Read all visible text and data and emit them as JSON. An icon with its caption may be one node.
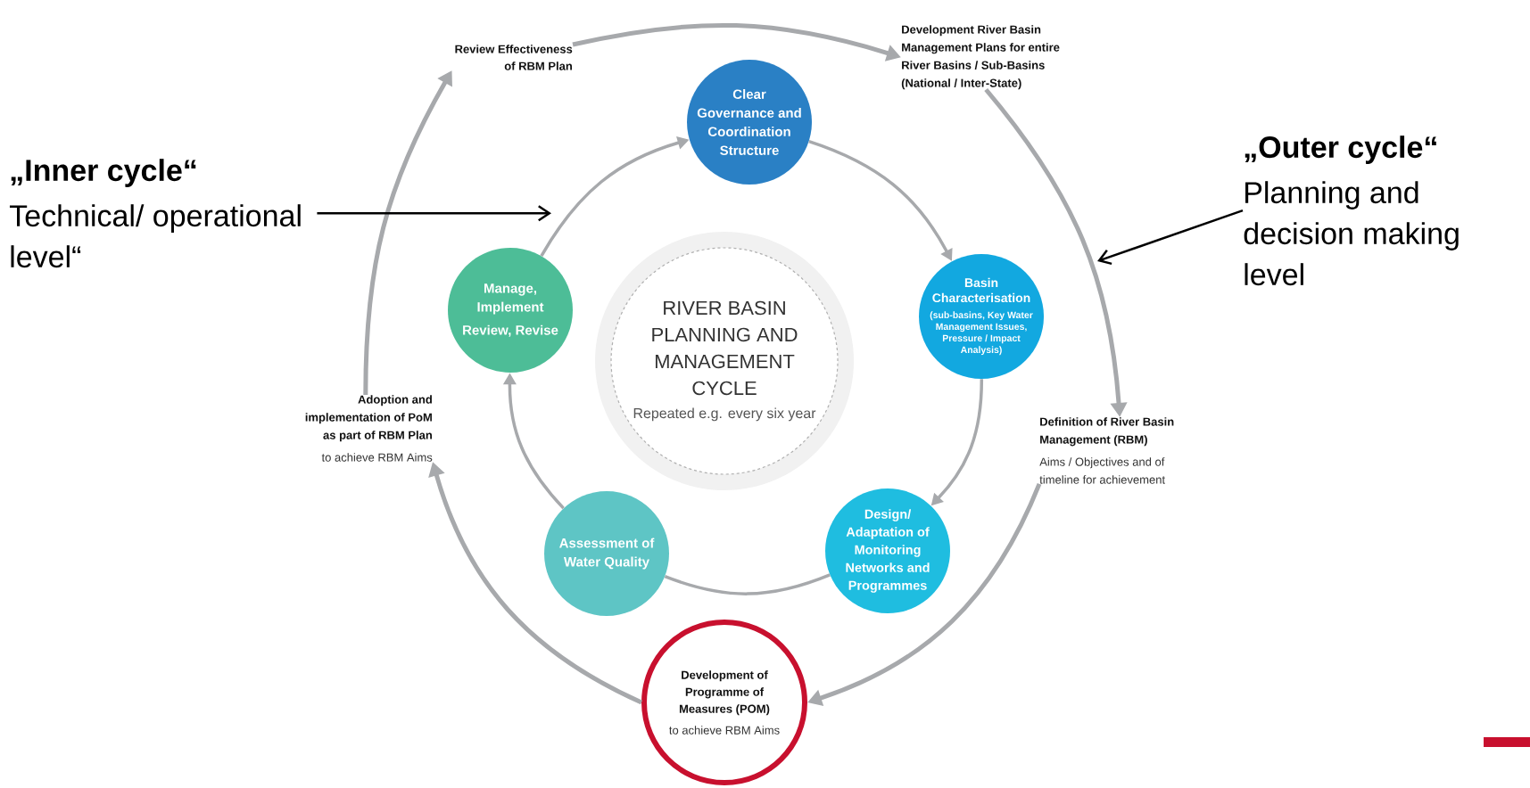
{
  "diagram": {
    "nodes": [
      {
        "text": [
          "Review Effectiveness of RBM Plan"
        ]
      },
      {
        "text": [
          "Development River Basin Management Plans for entire River Basins / Sub-Basins (National / Inter-State)"
        ]
      },
      {
        "text": [
          "Clear Governance and Coordination Structure"
        ]
      },
      {
        "text": [
          "„Inner cycle“",
          "Technical/ operational level“"
        ]
      },
      {
        "text": [
          "„Outer cycle“",
          "Planning and decision making level"
        ]
      },
      {
        "text": [
          "Manage, Implement",
          "Review, Revise"
        ]
      },
      {
        "text": [
          "RIVER BASIN PLANNING AND MANAGEMENT CYCLE",
          "Repeated e.g. every six year"
        ]
      },
      {
        "text": [
          "Basin Characterisation",
          "(sub-basins, Key Water Management Issues, Pressure / Impact Analysis)"
        ]
      },
      {
        "text": [
          "Adoption and implementation of PoM as part of RBM Plan",
          "to achieve RBM Aims"
        ]
      },
      {
        "text": [
          "Definition of River Basin Management (RBM)",
          "Aims / Objectives and of timeline for achievement"
        ]
      },
      {
        "text": [
          "Assessment of Water Quality"
        ]
      },
      {
        "text": [
          "Design/ Adaptation of Monitoring Networks and Programmes"
        ]
      },
      {
        "text": [
          "Development of Programme of Measures (POM)",
          "to achieve RBM Aims"
        ]
      }
    ],
    "edges": [
      {
        "from": 8,
        "to": 0,
        "arrow": "to"
      },
      {
        "from": 0,
        "to": 1,
        "arrow": "to"
      },
      {
        "from": 1,
        "to": 9,
        "arrow": "to"
      },
      {
        "from": 9,
        "to": 12,
        "arrow": "to"
      },
      {
        "from": 12,
        "to": 8,
        "arrow": "to"
      },
      {
        "from": 2,
        "to": 7,
        "arrow": "to"
      },
      {
        "from": 7,
        "to": 11,
        "arrow": "to"
      },
      {
        "from": 11,
        "to": 10,
        "arrow": "none"
      },
      {
        "from": 10,
        "to": 5,
        "arrow": "to"
      },
      {
        "from": 5,
        "to": 2,
        "arrow": "to"
      },
      {
        "from": 3,
        "to": null,
        "arrow": "to",
        "color": "#000000"
      },
      {
        "from": 4,
        "to": null,
        "arrow": "to",
        "color": "#000000"
      }
    ]
  }
}
